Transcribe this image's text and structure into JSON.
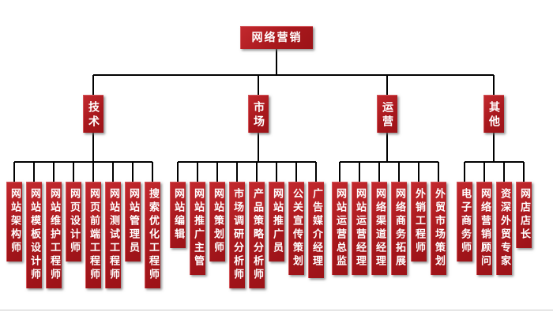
{
  "org_chart": {
    "type": "org-tree",
    "root": "网络营销",
    "branches": [
      {
        "label": "技术",
        "children": [
          "网站架构师",
          "网站模板设计师",
          "网站维护工程师",
          "网页设计师",
          "网页前端工程师",
          "网站测试工程师",
          "网站管理员",
          "搜索优化工程师"
        ]
      },
      {
        "label": "市场",
        "children": [
          "网站编辑",
          "网站推广主管",
          "网站策划师",
          "市场调研分析师",
          "产品策略分析师",
          "网站推广员",
          "公关宣传策划",
          "广告媒介经理"
        ]
      },
      {
        "label": "运营",
        "children": [
          "网站运营总监",
          "网站运营经理",
          "网络渠道经理",
          "网络商务拓展",
          "外销工程师",
          "外贸市场策划"
        ]
      },
      {
        "label": "其他",
        "children": [
          "电子商务师",
          "网络营销顾问",
          "资深外贸专家",
          "网店店长"
        ]
      }
    ],
    "colors": {
      "node_fill": "#a8181d",
      "node_text": "#ffffff",
      "connector": "#000000",
      "background": "#ffffff"
    }
  }
}
